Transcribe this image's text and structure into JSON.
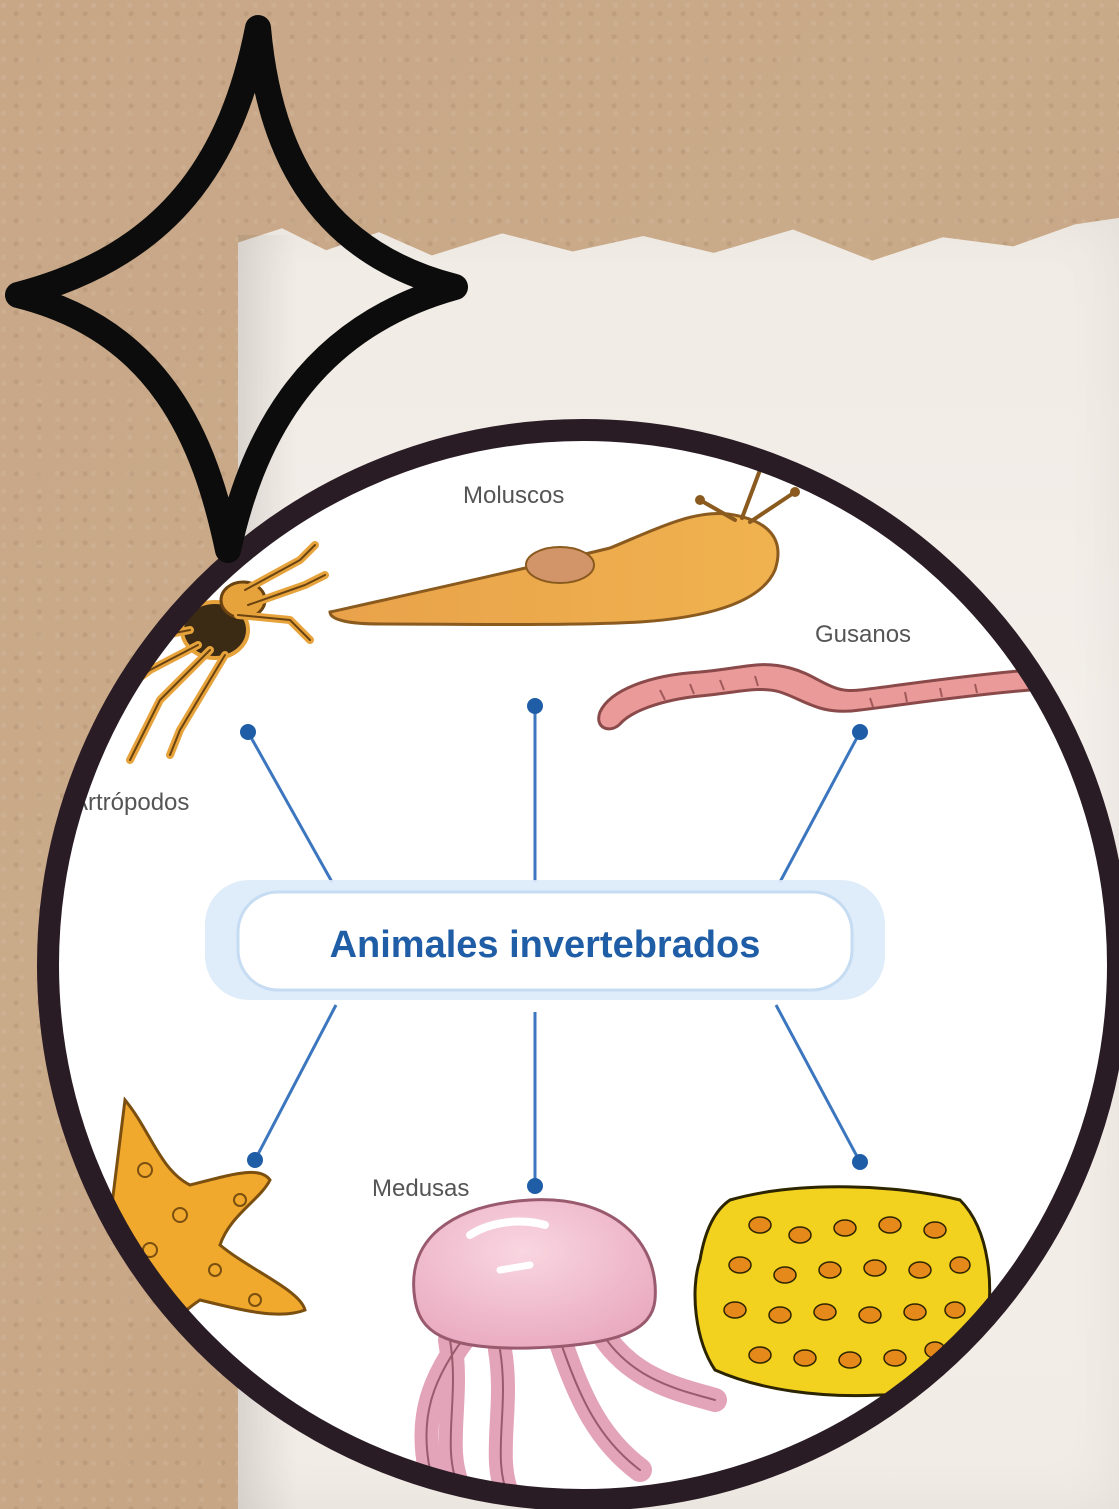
{
  "diagram": {
    "center_label": "Animales invertebrados",
    "groups": [
      {
        "key": "moluscos",
        "label": "Moluscos"
      },
      {
        "key": "gusanos",
        "label": "Gusanos"
      },
      {
        "key": "artropodos",
        "label": "Artrópodos"
      },
      {
        "key": "medusas",
        "label": "Medusas"
      }
    ]
  },
  "colors": {
    "kraft_background": "#c9a98a",
    "paper": "#f2ece6",
    "frame": "#2a1c25",
    "connector": "#1f5ea6",
    "title": "#1f5ea6"
  },
  "icons": [
    "sparkle-star-icon",
    "slug-icon",
    "worm-icon",
    "spider-icon",
    "starfish-icon",
    "jellyfish-icon",
    "sponge-icon"
  ]
}
